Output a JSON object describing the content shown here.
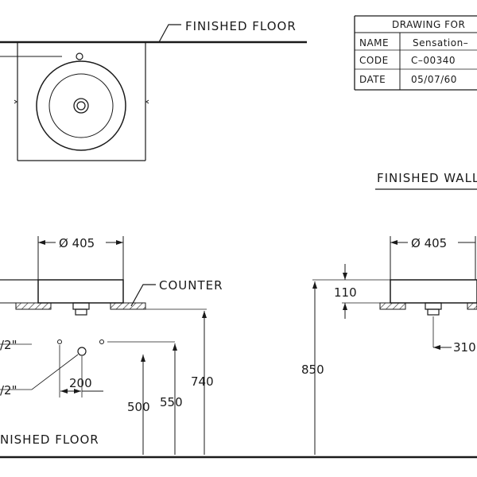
{
  "title_block": {
    "heading": "DRAWING FOR",
    "rows": [
      {
        "key": "NAME",
        "value": "Sensation–"
      },
      {
        "key": "CODE",
        "value": "C–00340"
      },
      {
        "key": "DATE",
        "value": "05/07/60"
      }
    ]
  },
  "labels": {
    "finished_floor_top": "FINISHED FLOOR",
    "finished_wall": "FINISHED WALL",
    "counter": "COUNTER",
    "finished_floor_bottom": "NISHED FLOOR",
    "pipe_upper": "/2\"",
    "pipe_lower": "/2\""
  },
  "dimensions": {
    "front_diameter": "Ø 405",
    "side_diameter": "Ø 405",
    "offset_200": "200",
    "height_500": "500",
    "height_550": "550",
    "height_740": "740",
    "height_850": "850",
    "basin_110": "110",
    "drain_310": "310"
  }
}
